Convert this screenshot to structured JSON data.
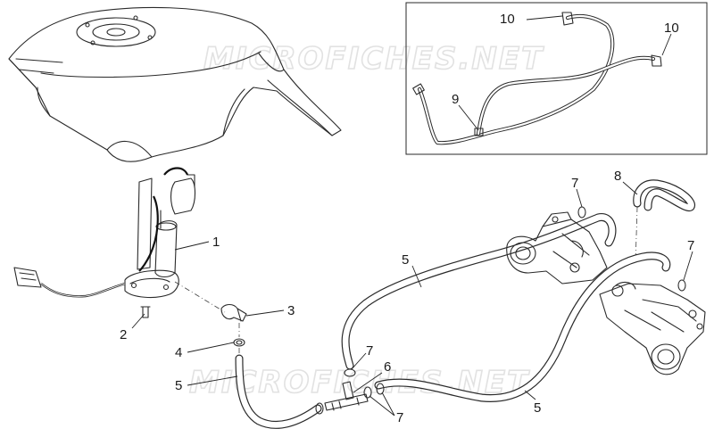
{
  "watermarks": [
    "MICROFICHES.NET",
    "MICROFICHES.NET"
  ],
  "callouts": {
    "c1": "1",
    "c2": "2",
    "c3": "3",
    "c4": "4",
    "c5a": "5",
    "c5b": "5",
    "c5c": "5",
    "c6": "6",
    "c7a": "7",
    "c7b": "7",
    "c7c": "7",
    "c7d": "7",
    "c8": "8",
    "c9": "9",
    "c10a": "10",
    "c10b": "10"
  }
}
